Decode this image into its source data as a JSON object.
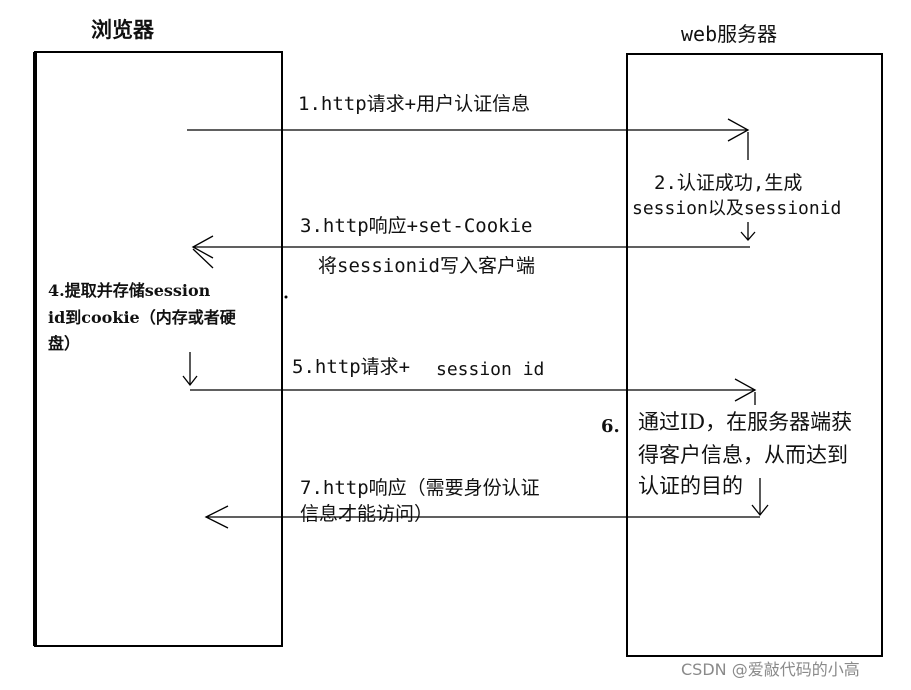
{
  "actors": {
    "browser": "浏览器",
    "server": "web服务器"
  },
  "steps": {
    "s1": "1.http请求+用户认证信息",
    "s2_line1": "2.认证成功,生成",
    "s2_line2": "session以及sessionid",
    "s3_line1": "3.http响应+set-Cookie",
    "s3_line2": "将sessionid写入客户端",
    "s4_line1": "4.提取并存储session",
    "s4_line2": "id到cookie（内存或者硬",
    "s4_line3": "盘）",
    "s5_prefix": "5.http请求+",
    "s5_suffix": "session id",
    "s6_num": "6.",
    "s6_line1": "通过ID，在服务器端获",
    "s6_line2": "得客户信息，从而达到",
    "s6_line3": "认证的目的",
    "s7_line1": "7.http响应（需要身份认证",
    "s7_line2": "信息才能访问）"
  },
  "watermark": "CSDN @爱敲代码的小高"
}
